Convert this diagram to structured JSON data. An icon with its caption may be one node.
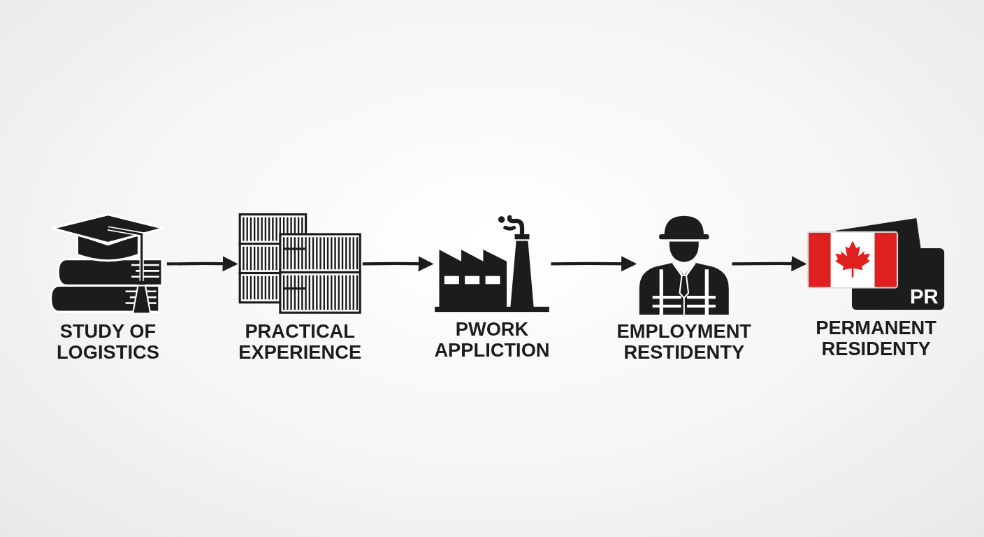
{
  "diagram": {
    "nodes": [
      {
        "text": [
          "STUDY OF LOGISTICS"
        ]
      },
      {
        "text": [
          "PRACTICAL EXPERIENCE"
        ]
      },
      {
        "text": [
          "PWORK APPLICTION"
        ]
      },
      {
        "text": [
          "EMPLOYMENT RESTIDENTY"
        ]
      },
      {
        "text": [
          "PERMANENT RESIDENTY"
        ]
      }
    ],
    "edges": [
      {
        "from": 0,
        "to": 1,
        "arrow": "to"
      },
      {
        "from": 1,
        "to": 2,
        "arrow": "to"
      },
      {
        "from": 2,
        "to": 3,
        "arrow": "to"
      },
      {
        "from": 3,
        "to": 4,
        "arrow": "to"
      }
    ],
    "labels": [
      "PR"
    ]
  }
}
